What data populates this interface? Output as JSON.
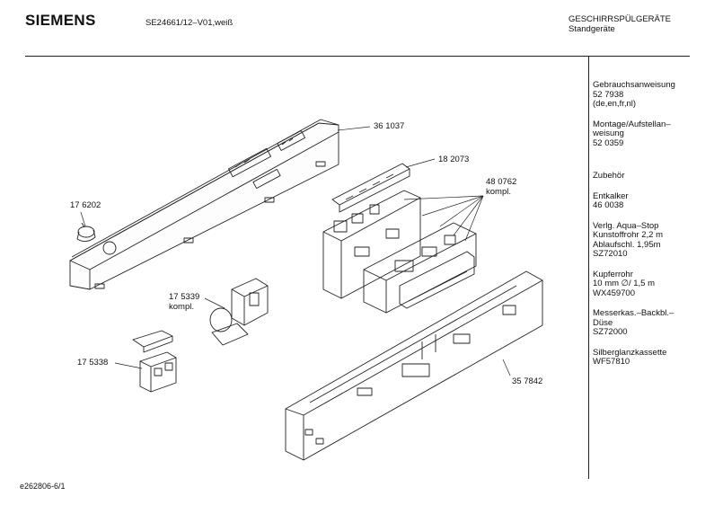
{
  "header": {
    "brand": "SIEMENS",
    "model": "SE24661/12–V01,weiß",
    "category_line1": "GESCHIRRSPÜLGERÄTE",
    "category_line2": "Standgeräte"
  },
  "callouts": {
    "p361037": "36 1037",
    "p182073": "18 2073",
    "p480762": "48 0762",
    "p480762_sub": "kompl.",
    "p176202": "17 6202",
    "p175339": "17 5339",
    "p175339_sub": "kompl.",
    "p175338": "17 5338",
    "p357842": "35 7842"
  },
  "sidebar": [
    [
      "Gebrauchsanweisung",
      "52 7938",
      "(de,en,fr,nl)"
    ],
    [
      "Montage/Aufstellan–",
      "weisung",
      "52 0359"
    ],
    [
      "Zubehör"
    ],
    [
      "Entkalker",
      "46 0038"
    ],
    [
      "Verlg. Aqua–Stop",
      "Kunstoffrohr 2,2 m",
      "Ablaufschl. 1,95m",
      "SZ72010"
    ],
    [
      "Kupferrohr",
      "10 mm ∅/ 1,5 m",
      "WX459700"
    ],
    [
      "Messerkas.–Backbl.–",
      "Düse",
      "SZ72000"
    ],
    [
      "Silberglanzkassette",
      "WF57810"
    ]
  ],
  "footer": "e262806-6/1"
}
